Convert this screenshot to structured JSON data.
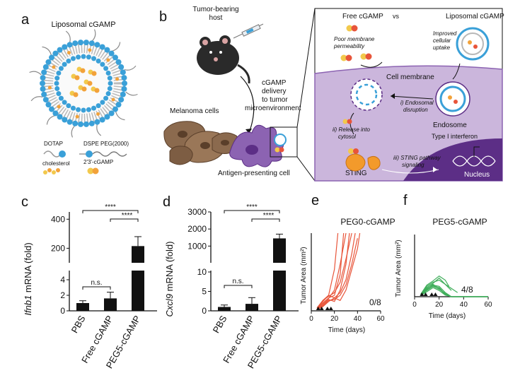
{
  "panels": {
    "a": {
      "label": "a",
      "title": "Liposomal cGAMP",
      "legend": {
        "dotap": "DOTAP",
        "dspe": "DSPE PEG(2000)",
        "cholesterol": "cholesterol",
        "cgamp": "2'3'-cGAMP"
      },
      "colors": {
        "head": "#3aa0d8",
        "tail": "#b8b8b8",
        "peg": "#8a8a8a",
        "cgamp_orange": "#f2a23a",
        "cgamp_yellow": "#f2c94c"
      }
    },
    "b": {
      "label": "b",
      "host": "Tumor-bearing",
      "host2": "host",
      "delivery": [
        "cGAMP",
        "delivery",
        "to tumor",
        "microenvironment"
      ],
      "melanoma": "Melanoma cells",
      "apc": "Antigen-presenting cell",
      "inset": {
        "free": "Free cGAMP",
        "vs": "vs",
        "liposomal": "Liposomal cGAMP",
        "poor": [
          "Poor membrane",
          "permeability"
        ],
        "improved": [
          "Improved",
          "cellular",
          "uptake"
        ],
        "membrane": "Cell membrane",
        "disruption": [
          "i) Endosomal",
          "disruption"
        ],
        "endosome": "Endosome",
        "release": [
          "ii) Release into",
          "cytosol"
        ],
        "sting": "STING",
        "pathway": [
          "iii) STING pathway",
          "signaling"
        ],
        "interferon": "Type I interferon",
        "nucleus": "Nucleus"
      },
      "colors": {
        "cell": "#8b6a4e",
        "apc": "#8c63b2",
        "cytosol": "#cbb6dc",
        "nucleus": "#5c2e86",
        "sting": "#f39a2b"
      }
    },
    "c": {
      "label": "c",
      "ylabel_gene": "Ifnb1",
      "ylabel_rest": " mRNA (fold)",
      "upper_ticks": [
        "200",
        "400"
      ],
      "lower_ticks": [
        "0",
        "2",
        "4"
      ],
      "ns": "n.s.",
      "sig1": "****",
      "sig2": "****"
    },
    "d": {
      "label": "d",
      "ylabel_gene": "Cxcl9",
      "ylabel_rest": " mRNA (fold)",
      "upper_ticks": [
        "1000",
        "2000",
        "3000"
      ],
      "lower_ticks": [
        "0",
        "5",
        "10"
      ],
      "ns": "n.s.",
      "sig1": "****",
      "sig2": "****"
    },
    "e": {
      "label": "e",
      "title": "PEG0-cGAMP",
      "ylabel": "Tumor Area (mm²)",
      "xlabel": "Time (days)",
      "xticks": [
        "0",
        "20",
        "40",
        "60"
      ],
      "fraction": "0/8",
      "color": "#e8553a"
    },
    "f": {
      "label": "f",
      "title": "PEG5-cGAMP",
      "ylabel": "Tumor Area (mm²)",
      "xlabel": "Time (days)",
      "xticks": [
        "0",
        "20",
        "40",
        "60"
      ],
      "fraction": "4/8",
      "color": "#3fae5a"
    }
  },
  "chart_data": [
    {
      "type": "bar",
      "categories": [
        "PBS",
        "Free cGAMP",
        "PEG5-cGAMP"
      ],
      "values": [
        1.0,
        1.6,
        215
      ],
      "errors": [
        0.3,
        0.8,
        65
      ],
      "ylabel": "Ifnb1 mRNA (fold)",
      "broken_axis": {
        "lower": [
          0,
          5
        ],
        "upper": [
          100,
          450
        ]
      },
      "annotations": [
        "n.s.",
        "****",
        "****"
      ]
    },
    {
      "type": "bar",
      "categories": [
        "PBS",
        "Free cGAMP",
        "PEG5-cGAMP"
      ],
      "values": [
        1.0,
        1.8,
        1450
      ],
      "errors": [
        0.5,
        1.6,
        250
      ],
      "ylabel": "Cxcl9 mRNA (fold)",
      "broken_axis": {
        "lower": [
          0,
          10
        ],
        "upper": [
          20,
          3000
        ]
      },
      "annotations": [
        "n.s.",
        "****",
        "****"
      ]
    },
    {
      "type": "line",
      "title": "PEG0-cGAMP",
      "xlabel": "Time (days)",
      "ylabel": "Tumor Area (mm²)",
      "xlim": [
        0,
        60
      ],
      "ylim": [
        0,
        150
      ],
      "treatment_days": [
        6,
        9,
        14,
        17
      ],
      "series": [
        {
          "x": [
            5,
            10,
            15,
            20,
            25,
            28
          ],
          "y": [
            5,
            15,
            25,
            30,
            70,
            150
          ]
        },
        {
          "x": [
            5,
            10,
            15,
            20,
            25,
            30,
            33
          ],
          "y": [
            4,
            12,
            22,
            18,
            40,
            90,
            150
          ]
        },
        {
          "x": [
            5,
            10,
            15,
            20,
            25,
            30,
            35,
            38
          ],
          "y": [
            3,
            20,
            30,
            25,
            35,
            60,
            110,
            150
          ]
        },
        {
          "x": [
            5,
            10,
            15,
            20,
            23
          ],
          "y": [
            5,
            18,
            30,
            80,
            150
          ]
        },
        {
          "x": [
            5,
            10,
            15,
            20,
            25,
            30,
            35,
            40
          ],
          "y": [
            4,
            10,
            20,
            22,
            30,
            50,
            90,
            140
          ]
        },
        {
          "x": [
            5,
            10,
            15,
            20,
            25,
            30,
            35,
            40,
            42
          ],
          "y": [
            3,
            8,
            18,
            25,
            20,
            40,
            80,
            120,
            150
          ]
        },
        {
          "x": [
            5,
            10,
            15,
            20,
            25,
            30,
            35
          ],
          "y": [
            6,
            20,
            28,
            35,
            55,
            100,
            150
          ]
        },
        {
          "x": [
            5,
            10,
            15,
            20,
            25,
            30
          ],
          "y": [
            5,
            14,
            24,
            40,
            90,
            150
          ]
        }
      ]
    },
    {
      "type": "line",
      "title": "PEG5-cGAMP",
      "xlabel": "Time (days)",
      "ylabel": "Tumor Area (mm²)",
      "xlim": [
        0,
        60
      ],
      "ylim": [
        0,
        150
      ],
      "treatment_days": [
        6,
        9,
        14,
        17
      ],
      "series": [
        {
          "x": [
            5,
            10,
            15,
            20,
            25,
            30
          ],
          "y": [
            5,
            20,
            28,
            25,
            10,
            0
          ]
        },
        {
          "x": [
            5,
            10,
            15,
            20,
            25,
            30,
            60
          ],
          "y": [
            4,
            18,
            30,
            20,
            5,
            0,
            0
          ]
        },
        {
          "x": [
            5,
            10,
            15,
            20,
            25,
            30,
            35
          ],
          "y": [
            6,
            25,
            35,
            40,
            30,
            20,
            10
          ]
        },
        {
          "x": [
            5,
            10,
            15,
            20,
            25,
            30,
            60
          ],
          "y": [
            3,
            15,
            25,
            18,
            8,
            0,
            0
          ]
        },
        {
          "x": [
            5,
            10,
            15,
            20,
            25,
            30
          ],
          "y": [
            5,
            22,
            32,
            45,
            30,
            15
          ]
        },
        {
          "x": [
            5,
            10,
            15,
            20,
            25,
            30,
            60
          ],
          "y": [
            4,
            16,
            26,
            22,
            6,
            0,
            0
          ]
        },
        {
          "x": [
            5,
            10,
            15,
            20,
            25,
            28
          ],
          "y": [
            6,
            28,
            38,
            50,
            40,
            25
          ]
        },
        {
          "x": [
            5,
            10,
            15,
            20,
            25,
            30,
            60
          ],
          "y": [
            3,
            12,
            22,
            15,
            4,
            0,
            0
          ]
        }
      ]
    }
  ]
}
